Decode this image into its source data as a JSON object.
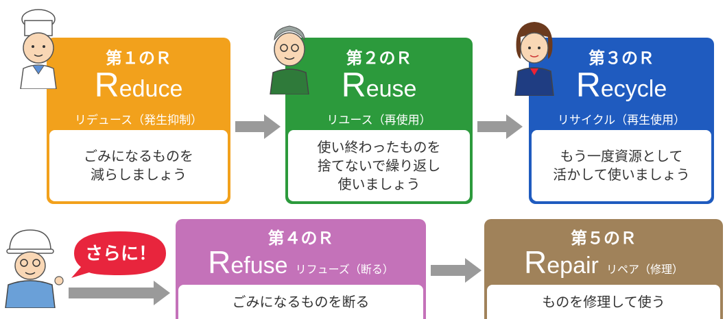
{
  "colors": {
    "reduce": "#f2a11c",
    "reuse": "#2c9a3c",
    "recycle": "#1f5bbf",
    "refuse": "#c472b9",
    "repair": "#a0825a",
    "arrow": "#9a9a9a",
    "callout": "#e8253d"
  },
  "callout": {
    "text": "さらに！"
  },
  "cards": [
    {
      "key": "reduce",
      "ordinal": "第１のＲ",
      "cap": "R",
      "rest": "educe",
      "jp": "リデュース（発生抑制）",
      "desc": "ごみになるものを\n減らしましょう"
    },
    {
      "key": "reuse",
      "ordinal": "第２のＲ",
      "cap": "R",
      "rest": "euse",
      "jp": "リユース（再使用）",
      "desc": "使い終わったものを\n捨てないで繰り返し\n使いましょう"
    },
    {
      "key": "recycle",
      "ordinal": "第３のＲ",
      "cap": "R",
      "rest": "ecycle",
      "jp": "リサイクル（再生使用）",
      "desc": "もう一度資源として\n活かして使いましょう"
    },
    {
      "key": "refuse",
      "ordinal": "第４のＲ",
      "cap": "R",
      "rest": "efuse",
      "jp": "リフューズ（断る）",
      "desc": "ごみになるものを断る"
    },
    {
      "key": "repair",
      "ordinal": "第５のＲ",
      "cap": "R",
      "rest": "epair",
      "jp": "リペア（修理）",
      "desc": "ものを修理して使う"
    }
  ]
}
